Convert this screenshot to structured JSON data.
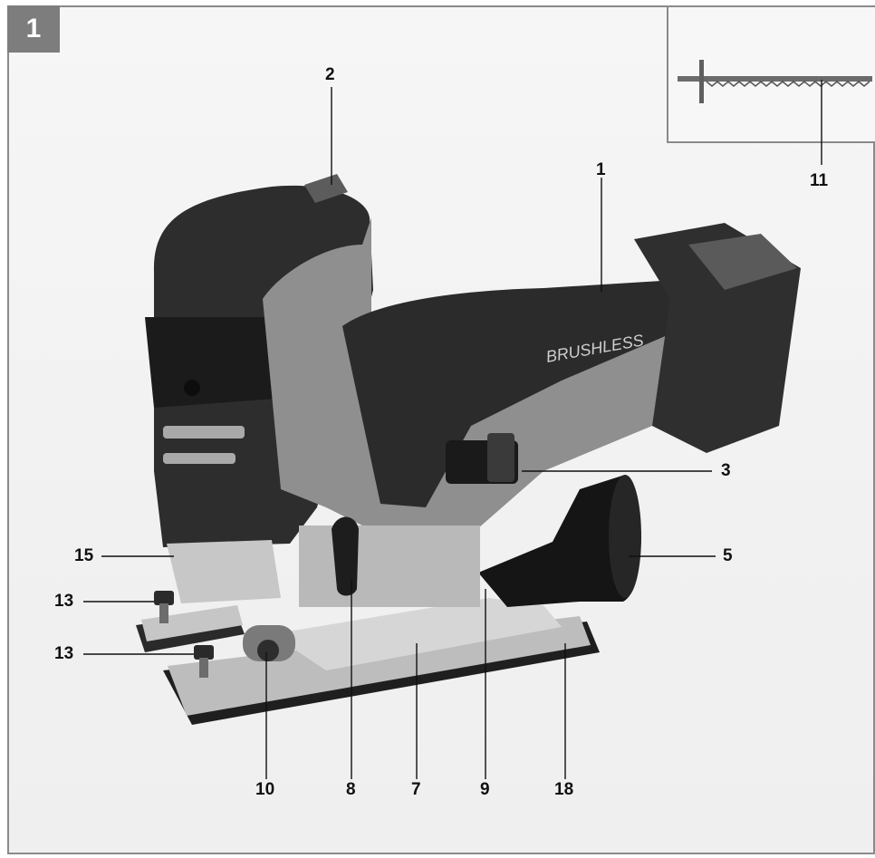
{
  "figure": {
    "number": "1",
    "subject": "jigsaw-tool"
  },
  "callouts": [
    {
      "id": "c1",
      "label": "1",
      "target": "handle-grip"
    },
    {
      "id": "c2",
      "label": "2",
      "target": "top-indicator"
    },
    {
      "id": "c3",
      "label": "3",
      "target": "on-off-switch"
    },
    {
      "id": "c5",
      "label": "5",
      "target": "dust-extraction-adapter"
    },
    {
      "id": "c7",
      "label": "7",
      "target": "base-plate"
    },
    {
      "id": "c8",
      "label": "8",
      "target": "bevel-lever"
    },
    {
      "id": "c9",
      "label": "9",
      "target": "angle-scale"
    },
    {
      "id": "c10",
      "label": "10",
      "target": "guide-roller"
    },
    {
      "id": "c11",
      "label": "11",
      "target": "saw-blade"
    },
    {
      "id": "c13a",
      "label": "13",
      "target": "parallel-guide-screw-rear"
    },
    {
      "id": "c13b",
      "label": "13",
      "target": "parallel-guide-screw-front"
    },
    {
      "id": "c15",
      "label": "15",
      "target": "blade-guard"
    },
    {
      "id": "c18",
      "label": "18",
      "target": "rubber-sole"
    }
  ],
  "tool": {
    "brand_text": "BRUSHLESS"
  },
  "colors": {
    "body_dark": "#2e2e2e",
    "body_grey": "#8c8c8c",
    "metal": "#c9c9c9",
    "frame": "#8a8a8a",
    "badge": "#7d7d7d"
  }
}
